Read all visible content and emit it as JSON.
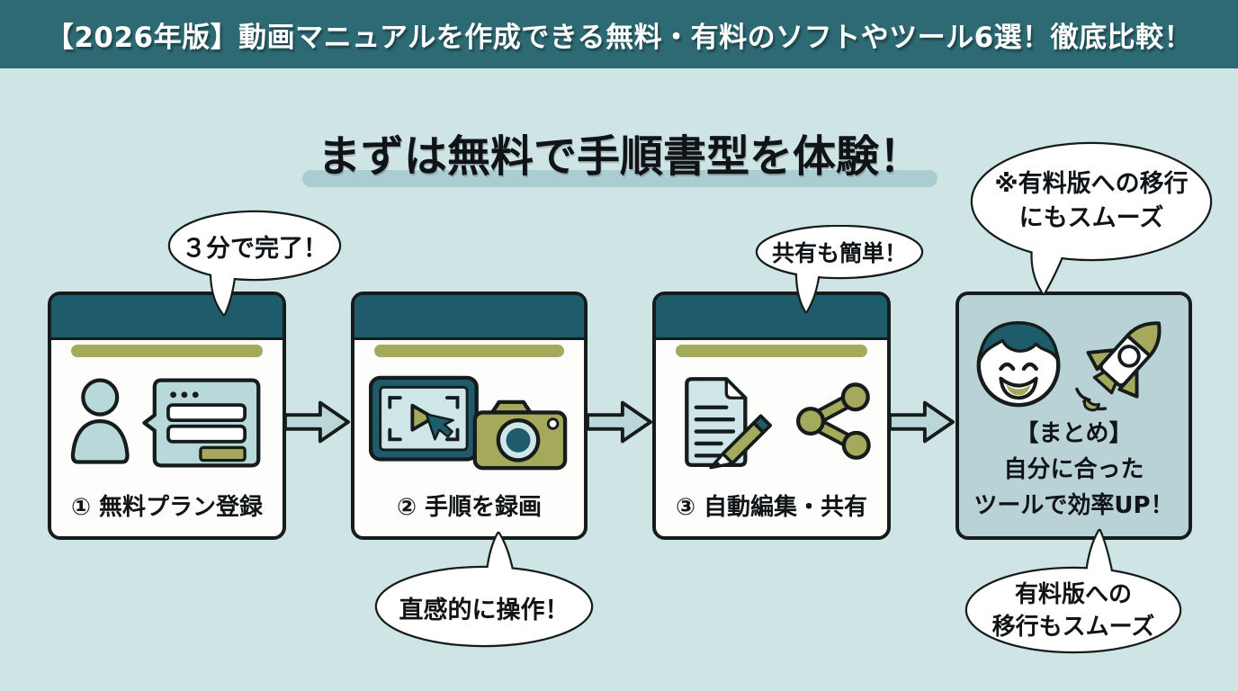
{
  "palette": {
    "bg": "#cfe4e5",
    "banner": "#2d6a74",
    "teal": "#1e5b6b",
    "olive": "#a5a95c",
    "card4": "#b9d2d5",
    "arrow": "#b9d6d8",
    "ink": "#161c1c",
    "highlight": "#a9cdd0",
    "lightTeal": "#b8d8da",
    "screen": "#cfe6e8",
    "white": "#fdfdfb"
  },
  "header": {
    "title": "【2026年版】動画マニュアルを作成できる無料・有料のソフトやツール6選！徹底比較！"
  },
  "main": {
    "title": "まずは無料で手順書型を体験！",
    "steps": [
      {
        "label": "① 無料プラン登録",
        "bubble": "３分で完了！",
        "icons": [
          "user-silhouette",
          "signup-form"
        ]
      },
      {
        "label": "② 手順を録画",
        "bubble": "直感的に操作！",
        "icons": [
          "screen-capture-tablet",
          "camera"
        ]
      },
      {
        "label": "③ 自動編集・共有",
        "bubble": "共有も簡単！",
        "icons": [
          "document-pencil",
          "share-nodes"
        ]
      }
    ],
    "summary": {
      "lines": [
        "【まとめ】",
        "自分に合った",
        "ツールで効率UP！"
      ],
      "bubble_top_lines": [
        "※有料版への移行",
        "にもスムーズ"
      ],
      "bubble_bottom_lines": [
        "有料版への",
        "移行もスムーズ"
      ],
      "icons": [
        "smiling-boy-face",
        "rocket"
      ]
    }
  }
}
